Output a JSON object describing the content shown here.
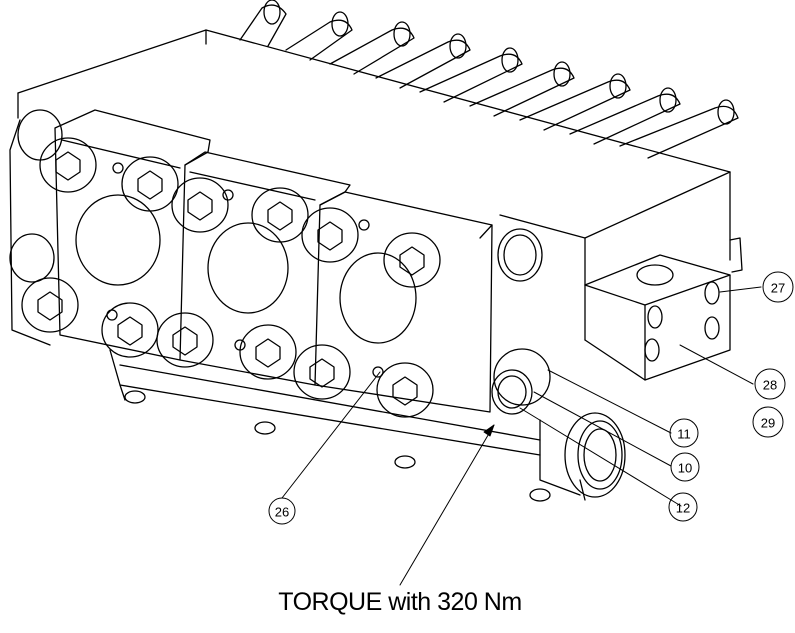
{
  "torque_note": "TORQUE with 320 Nm",
  "callouts": {
    "c26": "26",
    "c27": "27",
    "c28": "28",
    "c29": "29",
    "c11": "11",
    "c10": "10",
    "c12": "12"
  },
  "colors": {
    "line": "#000000",
    "background": "#ffffff"
  }
}
